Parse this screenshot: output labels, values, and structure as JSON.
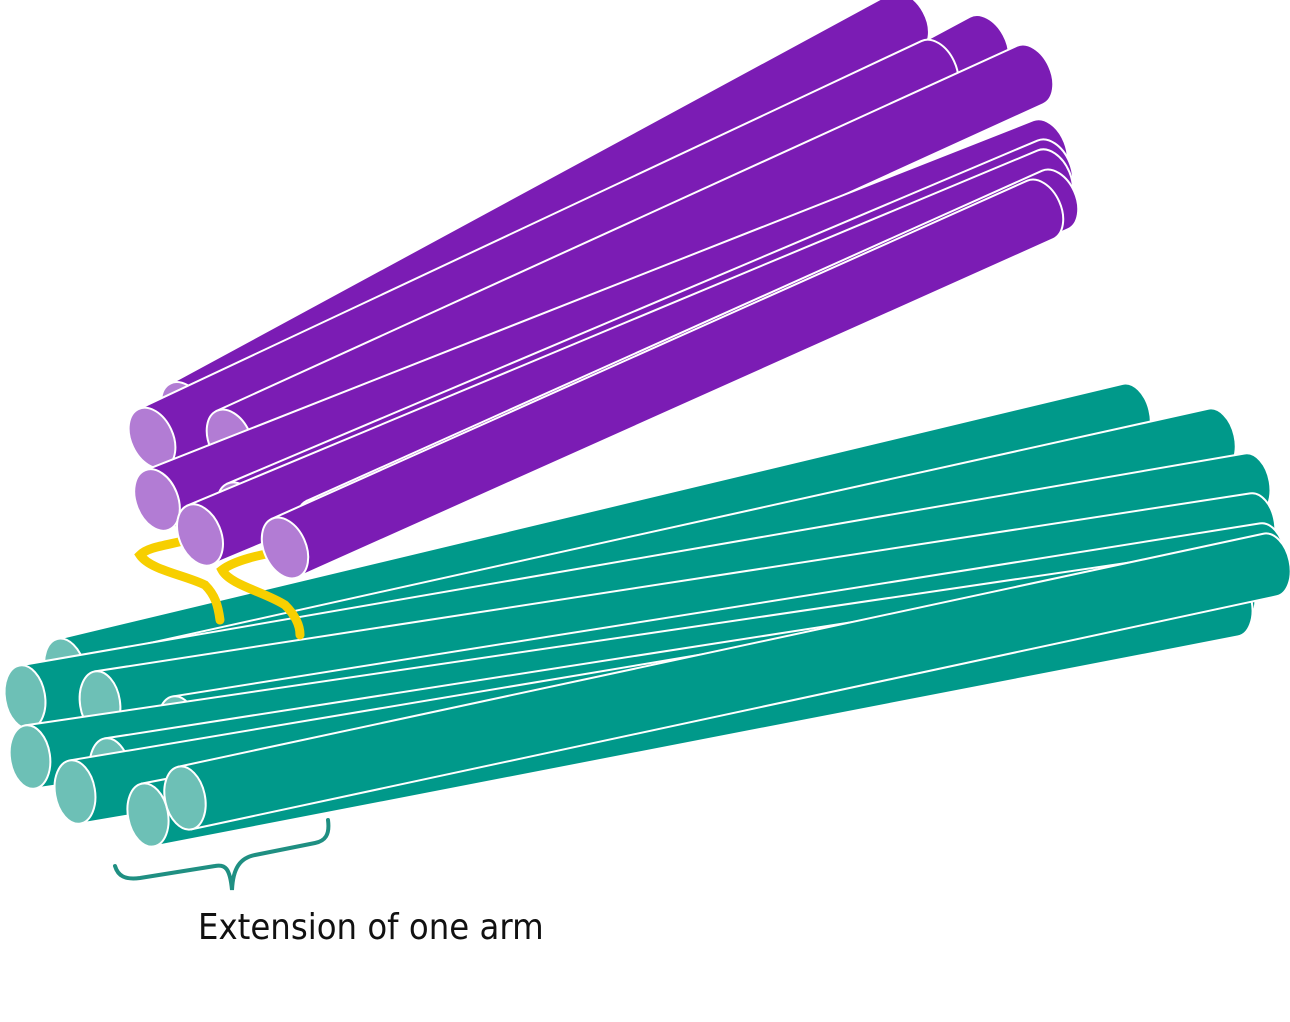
{
  "caption": "Extension of one arm",
  "colors": {
    "purple_body": "#7b1cb4",
    "purple_end": "#b27cd4",
    "teal_body": "#00998a",
    "teal_end": "#6dc0b6",
    "linker": "#f7cf00",
    "brace": "#1f8f82",
    "outline": "#ffffff"
  },
  "bundles": [
    {
      "name": "purple-bundle",
      "rod_count": 10,
      "color": "purple"
    },
    {
      "name": "teal-bundle",
      "rod_count": 10,
      "color": "teal"
    }
  ],
  "linkers": {
    "count": 2
  }
}
